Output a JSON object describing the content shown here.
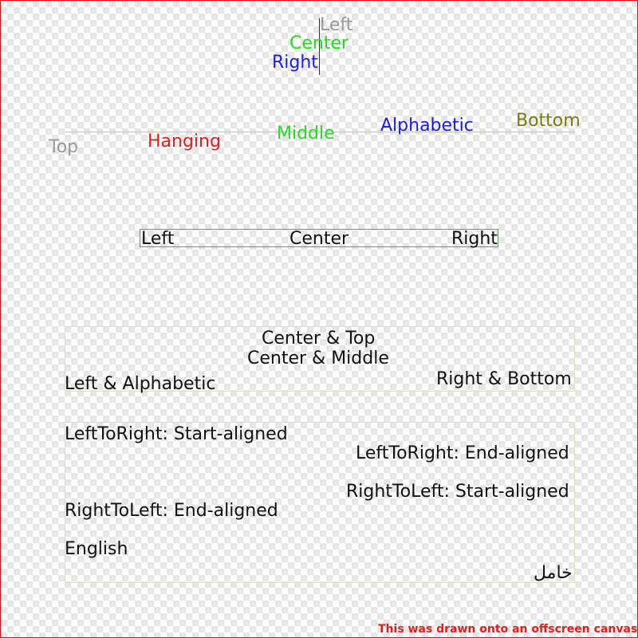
{
  "horizontal_align_demo": {
    "left": "Left",
    "center": "Center",
    "right": "Right",
    "colors": {
      "left": "#9a9a9a",
      "center": "#22dd22",
      "right": "#1a1aee",
      "guide": "#333333"
    }
  },
  "baseline_demo": {
    "top": "Top",
    "hanging": "Hanging",
    "middle": "Middle",
    "alphabetic": "Alphabetic",
    "bottom": "Bottom",
    "colors": {
      "top": "#9a9a9a",
      "hanging": "#ee1a1a",
      "middle": "#22dd22",
      "alphabetic": "#1a1aee",
      "bottom": "#7a7a10",
      "guide": "#8fd3e0"
    }
  },
  "box_align_demo": {
    "left": "Left",
    "center": "Center",
    "right": "Right"
  },
  "combo_demo": {
    "center_top": "Center & Top",
    "center_middle": "Center & Middle",
    "left_alphabetic": "Left & Alphabetic",
    "right_bottom": "Right & Bottom"
  },
  "direction_demo": {
    "ltr_start": "LeftToRight: Start-aligned",
    "ltr_end": "LeftToRight: End-aligned",
    "rtl_start": "RightToLeft: Start-aligned",
    "rtl_end": "RightToLeft: End-aligned",
    "english": "English",
    "arabic": "خامل"
  },
  "footer": {
    "note": "This was drawn onto an offscreen canvas"
  }
}
